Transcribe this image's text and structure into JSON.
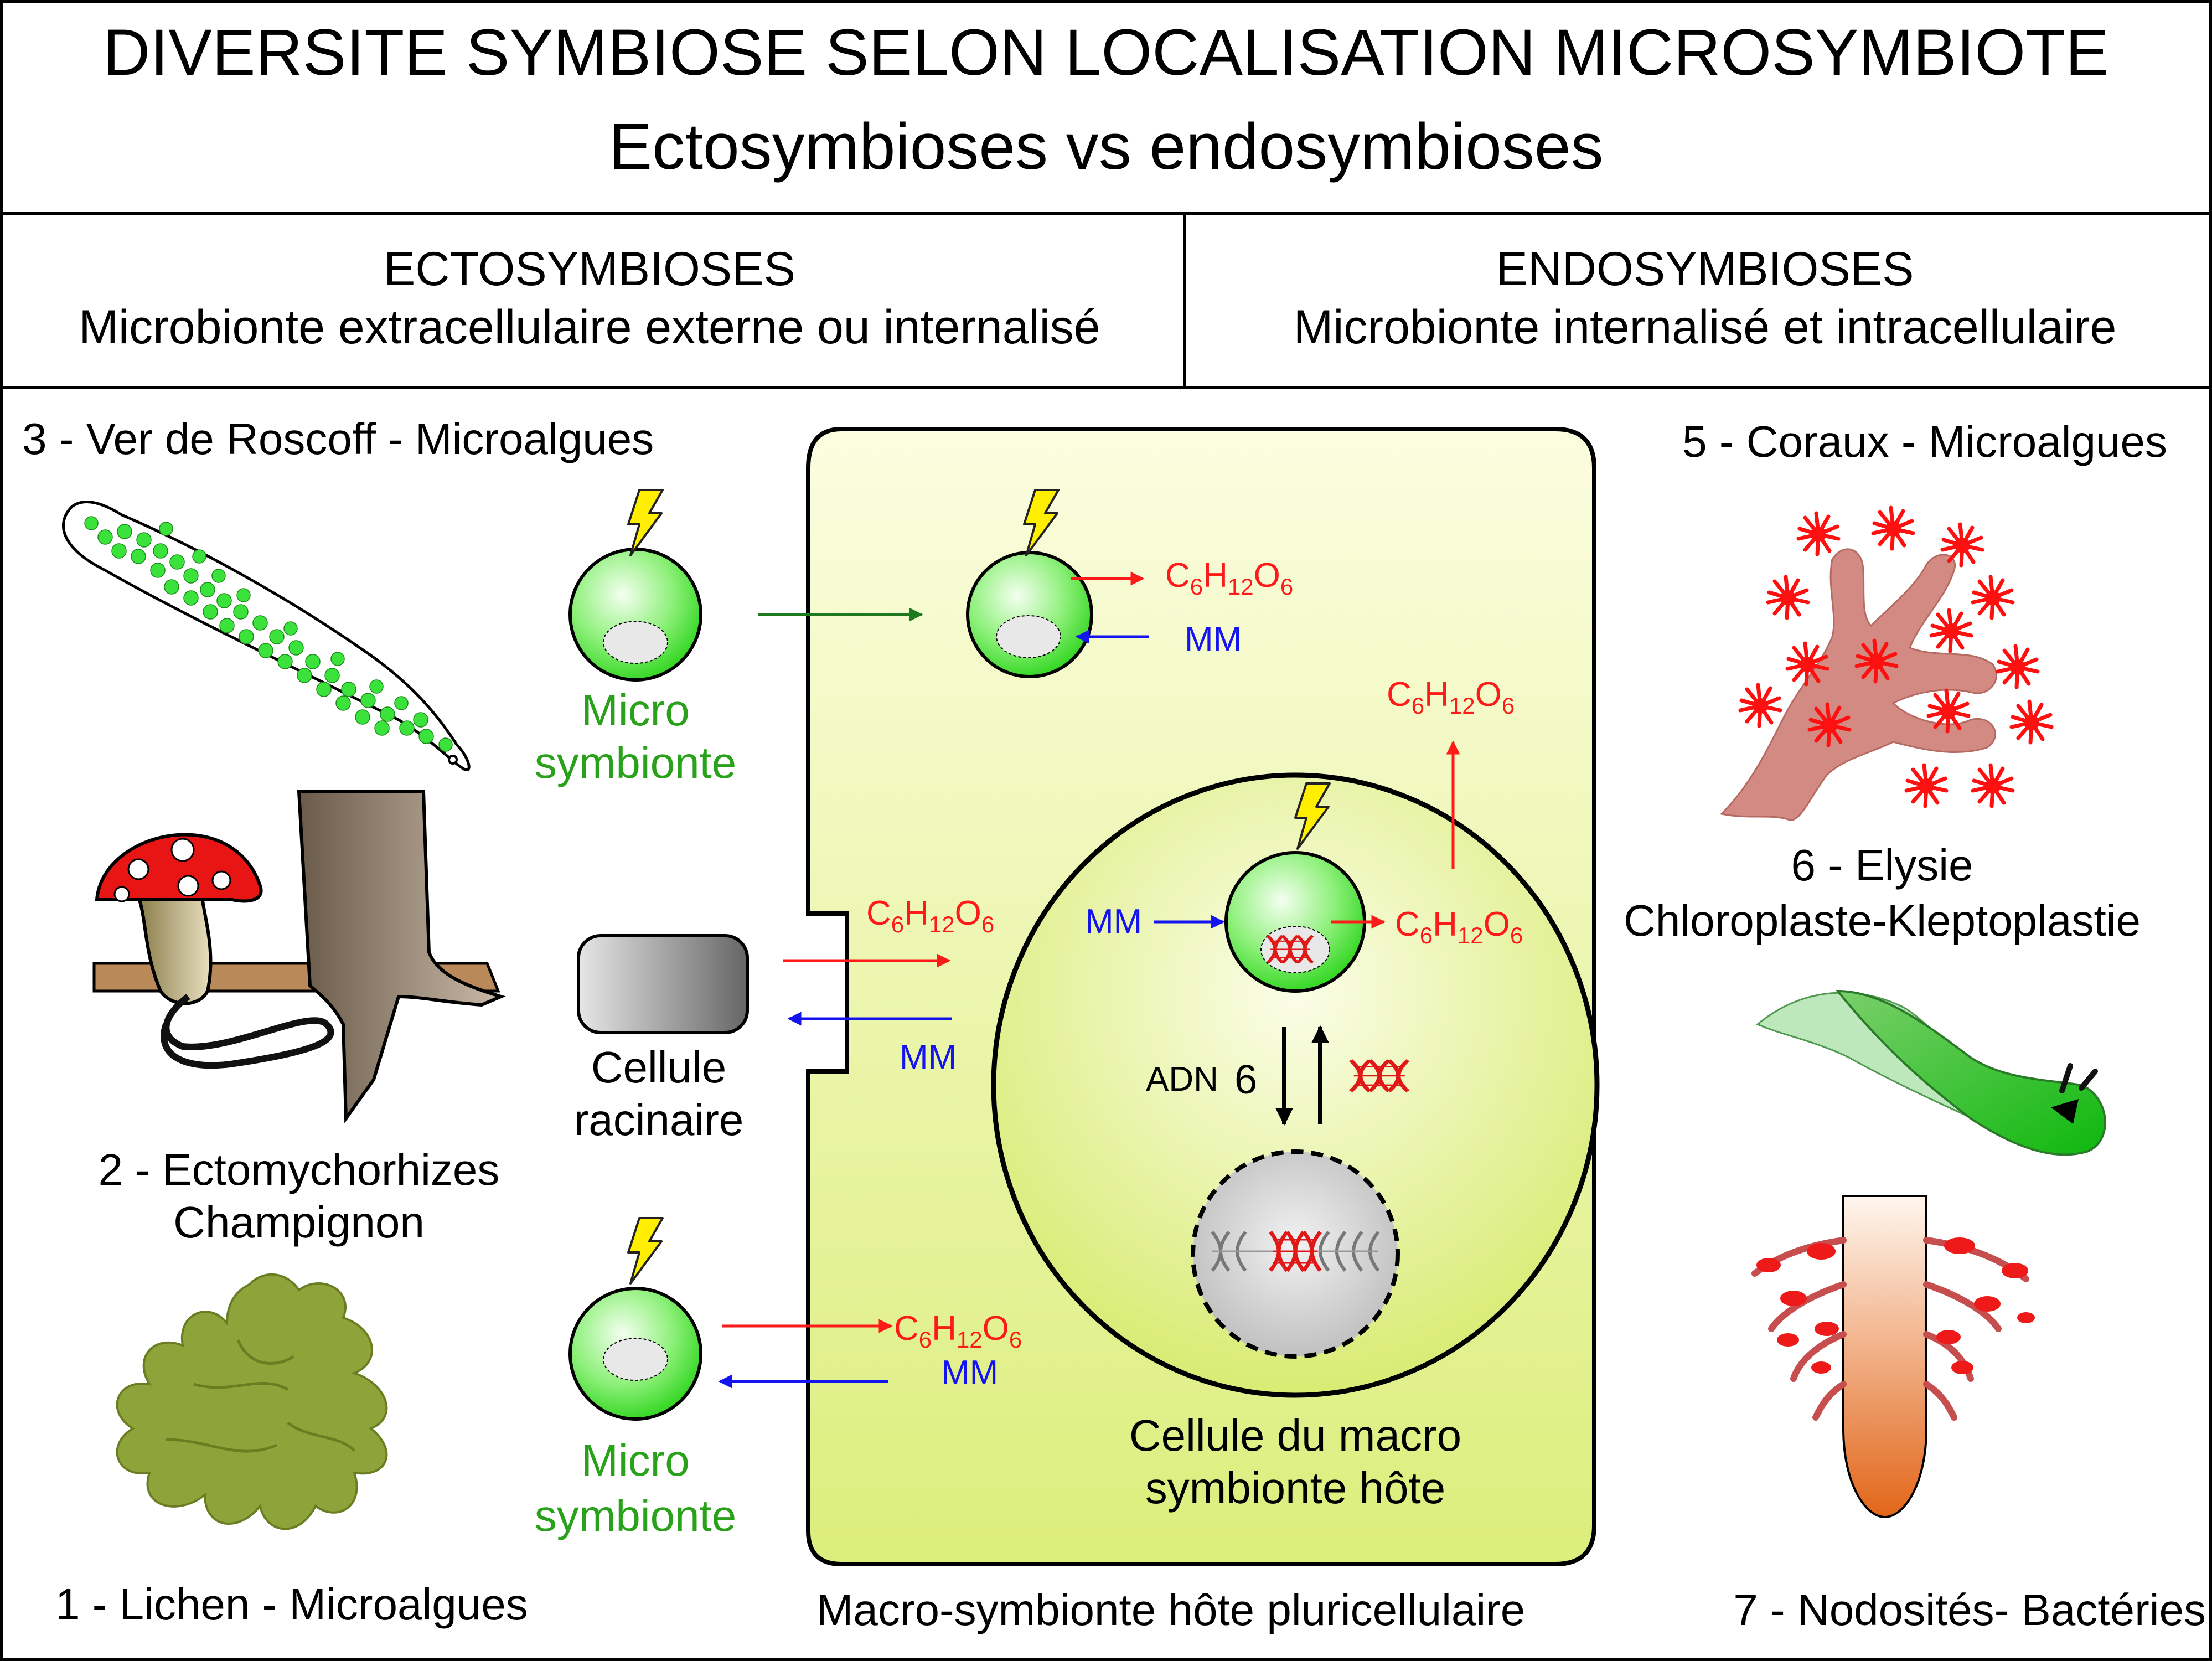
{
  "title": {
    "line1": "DIVERSITE SYMBIOSE SELON LOCALISATION MICROSYMBIOTE",
    "line2": "Ectosymbioses vs endosymbioses"
  },
  "columns": {
    "ecto": {
      "heading": "ECTOSYMBIOSES",
      "subheading": "Microbionte extracellulaire externe ou internalisé"
    },
    "endo": {
      "heading": "ENDOSYMBIOSES",
      "subheading": "Microbionte internalisé et intracellulaire"
    }
  },
  "examples": {
    "ver": "3 - Ver de Roscoff - Microalgues",
    "ecto_line1": "2 - Ectomychorhizes",
    "ecto_line2": "Champignon",
    "lichen": "1 - Lichen - Microalgues",
    "coraux": "5 - Coraux - Microalgues",
    "elysie_line1": "6 - Elysie",
    "elysie_line2": "Chloroplaste-Kleptoplastie",
    "nodosites": "7 - Nodosités- Bactéries"
  },
  "labels": {
    "micro_line1": "Micro",
    "micro_line2": "symbionte",
    "racine_line1": "Cellule",
    "racine_line2": "racinaire",
    "cell_line1": "Cellule du macro",
    "cell_line2": "symbionte hôte",
    "host": "Macro-symbionte hôte pluricellulaire",
    "mm": "MM",
    "adn": "ADN",
    "adn_number": "6",
    "glucose": {
      "c": "C",
      "c_sub": "6",
      "h": "H",
      "h_sub": "12",
      "o": "O",
      "o_sub": "6"
    }
  },
  "colors": {
    "host_fill": "#e8f29a",
    "micro_green": "#2aa11a",
    "glucose_red": "#ff1a1a",
    "mm_blue": "#1414ee",
    "transfer_green": "#1f7a1f",
    "coral_red": "#ff1010",
    "lichen_green": "#8ea43a"
  }
}
